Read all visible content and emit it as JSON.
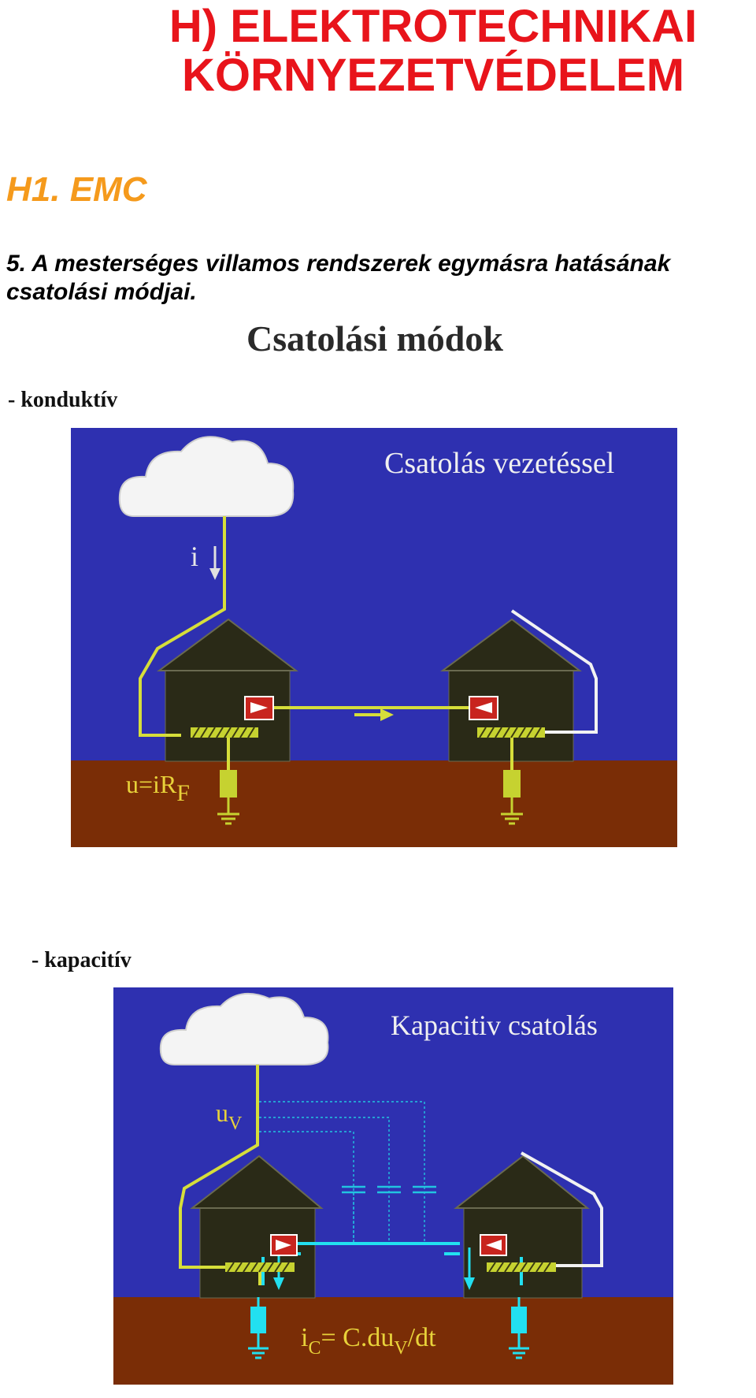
{
  "header": {
    "title_line1": "H) ELEKTROTECHNIKAI",
    "title_line2": "KÖRNYEZETVÉDELEM",
    "section": "H1. EMC",
    "question_line1": "5. A mesterséges villamos rendszerek egymásra hatásának",
    "question_line2": "csatolási módjai."
  },
  "figure": {
    "title": "Csatolási módok",
    "conductive": {
      "bullet": "- konduktív",
      "panel_title": "Csatolás vezetéssel",
      "current_label": "i",
      "voltage_label": "u=iR",
      "voltage_subscript": "F"
    },
    "capacitive": {
      "bullet": "- kapacitív",
      "panel_title": "Kapacitiv csatolás",
      "voltage_label": "u",
      "voltage_subscript": "V",
      "formula_i": "i",
      "formula_i_sub": "C",
      "formula_mid": "= C.du",
      "formula_sub": "V",
      "formula_end": "/dt"
    }
  },
  "colors": {
    "title_red": "#e8141b",
    "section_orange": "#f59a1c",
    "panel_blue": "#2e30b0",
    "ground_brown": "#7a2d06",
    "wire_yellow": "#d6de3a",
    "wire_cyan": "#22e0f0"
  }
}
